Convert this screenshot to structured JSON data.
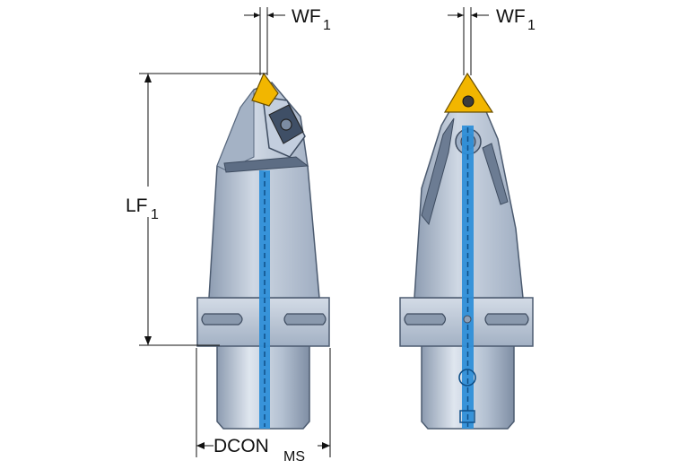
{
  "labels": {
    "wf_main": "WF",
    "wf_sub": "1",
    "lf_main": "LF",
    "lf_sub": "1",
    "dcon_main": "DCON",
    "dcon_sub": "MS"
  },
  "colors": {
    "body_light": "#c9d3e0",
    "body_mid": "#aebccd",
    "body_shadow": "#8b9bb0",
    "body_dark": "#5f6f86",
    "coolant": "#2f8fd8",
    "insert": "#f2b600",
    "outline": "#222222"
  }
}
